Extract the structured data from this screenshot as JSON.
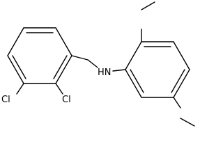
{
  "structure": {
    "labels": {
      "cl_upper": "Cl",
      "cl_lower": "Cl",
      "amine": "HN"
    },
    "stroke_color": "#000000",
    "background_color": "#ffffff"
  }
}
